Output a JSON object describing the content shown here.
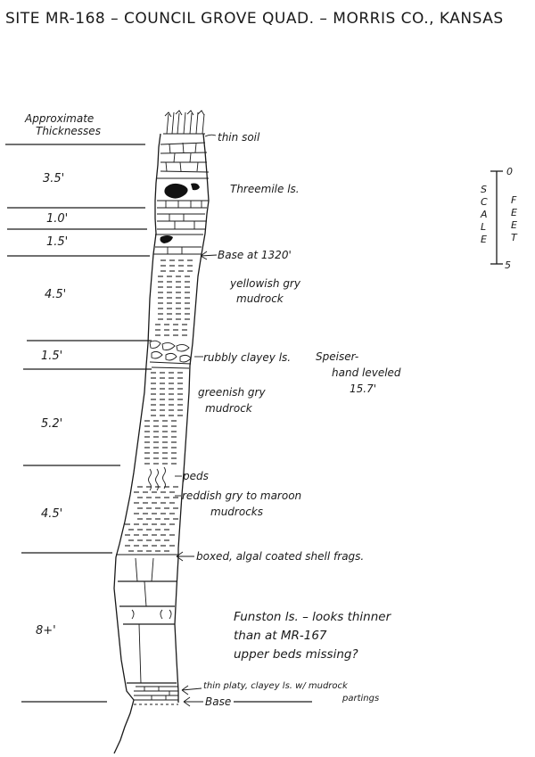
{
  "title": "SITE MR-168 – COUNCIL GROVE QUAD. – MORRIS CO., KANSAS",
  "thickness_header": [
    "Approximate",
    "Thicknesses"
  ],
  "thicknesses": [
    "3.5'",
    "1.0'",
    "1.5'",
    "4.5'",
    "1.5'",
    "5.2'",
    "4.5'",
    "8+'"
  ],
  "scale": {
    "word1": "SCALE",
    "word2": "FEET",
    "top_value": "0",
    "bottom_value": "5"
  },
  "annotations": {
    "thin_soil": "thin soil",
    "threemile": "Threemile ls.",
    "base_at": "Base at 1320'",
    "yellowish_1": "yellowish gry",
    "yellowish_2": "mudrock",
    "rubbly": "rubbly clayey ls.",
    "speiser_1": "Speiser-",
    "speiser_2": "hand leveled",
    "speiser_3": "15.7'",
    "greenish_1": "greenish gry",
    "greenish_2": "mudrock",
    "peds": "peds",
    "reddish_1": "reddish gry to maroon",
    "reddish_2": "mudrocks",
    "boxed": "boxed, algal coated shell frags.",
    "funston_1": "Funston ls. – looks thinner",
    "funston_2": "than at MR-167",
    "funston_3": "upper beds missing?",
    "thin_platy_1": "thin platy, clayey ls. w/ mudrock",
    "thin_platy_2": "partings",
    "base": "Base"
  }
}
